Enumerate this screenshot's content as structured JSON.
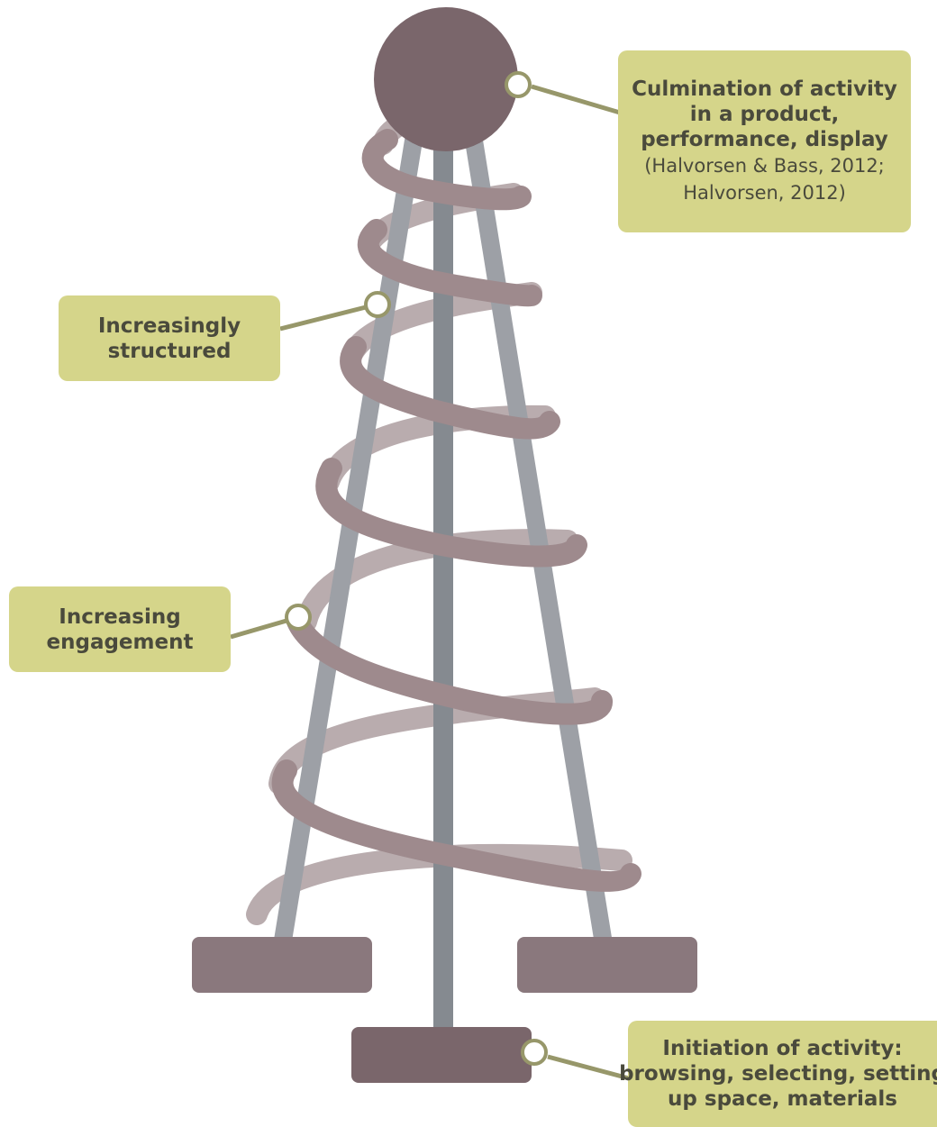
{
  "callouts": {
    "culmination": {
      "bold_lines": [
        "Culmination of activity",
        "in a product,",
        "performance, display"
      ],
      "light_lines": [
        "(Halvorsen & Bass, 2012;",
        "Halvorsen, 2012)"
      ]
    },
    "structured": {
      "bold_lines": [
        "Increasingly",
        "structured"
      ]
    },
    "engagement": {
      "bold_lines": [
        "Increasing",
        "engagement"
      ]
    },
    "initiation": {
      "bold_lines": [
        "Initiation of activity:",
        "browsing, selecting, setting",
        "up space, materials"
      ]
    }
  },
  "colors": {
    "callout_fill": "#d5d58a",
    "connector": "#97976a",
    "coil_front": "#9e8a8d",
    "coil_back": "#b9acae",
    "pole": "#9da0a6",
    "center_pole": "#858a90",
    "top_ball": "#7a666b",
    "foot": "#8a787d",
    "base": "#7a666b"
  }
}
